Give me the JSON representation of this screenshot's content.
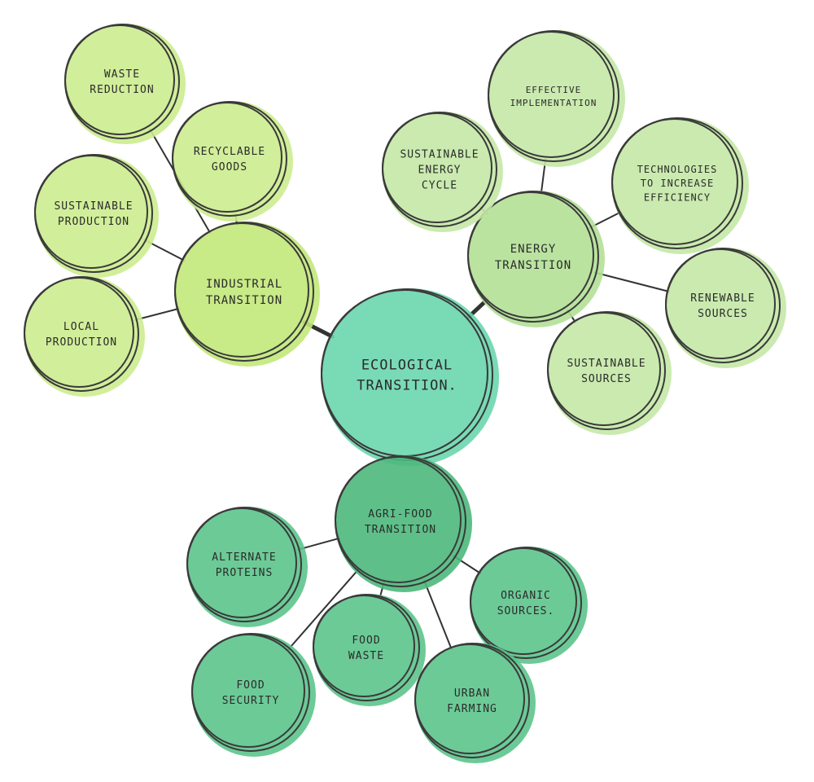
{
  "colors": {
    "industrial": "#ccec8f",
    "industrial_core": "#c2e87a",
    "energy": "#c4e8a6",
    "energy_core": "#b2e096",
    "center": "#6ad6ae",
    "agri": "#5cc48c",
    "agri_core": "#4cb87c"
  },
  "center": {
    "lines": [
      "ECOLOGICAL",
      "TRANSITION."
    ]
  },
  "hubs": {
    "industrial": {
      "lines": [
        "INDUSTRIAL",
        "TRANSITION"
      ]
    },
    "energy": {
      "lines": [
        "ENERGY",
        "TRANSITION"
      ]
    },
    "agri": {
      "lines": [
        "AGRI-FOOD",
        "TRANSITION"
      ]
    }
  },
  "leaves": {
    "waste_reduction": {
      "lines": [
        "WASTE",
        "REDUCTION"
      ]
    },
    "recyclable_goods": {
      "lines": [
        "RECYCLABLE",
        "GOODS"
      ]
    },
    "sustainable_production": {
      "lines": [
        "SUSTAINABLE",
        "PRODUCTION"
      ]
    },
    "local_production": {
      "lines": [
        "LOCAL",
        "PRODUCTION"
      ]
    },
    "effective_implementation": {
      "lines": [
        "EFFECTIVE",
        "IMPLEMENTATION"
      ]
    },
    "sustainable_energy_cycle": {
      "lines": [
        "SUSTAINABLE",
        "ENERGY",
        "CYCLE"
      ]
    },
    "technologies": {
      "lines": [
        "TECHNOLOGIES",
        "TO INCREASE",
        "EFFICIENCY"
      ]
    },
    "renewable_sources": {
      "lines": [
        "RENEWABLE",
        "SOURCES"
      ]
    },
    "sustainable_sources": {
      "lines": [
        "SUSTAINABLE",
        "SOURCES"
      ]
    },
    "alternate_proteins": {
      "lines": [
        "ALTERNATE",
        "PROTEINS"
      ]
    },
    "organic_sources": {
      "lines": [
        "ORGANIC",
        "SOURCES."
      ]
    },
    "food_waste": {
      "lines": [
        "FOOD",
        "WASTE"
      ]
    },
    "food_security": {
      "lines": [
        "FOOD",
        "SECURITY"
      ]
    },
    "urban_farming": {
      "lines": [
        "URBAN",
        "FARMING"
      ]
    }
  }
}
